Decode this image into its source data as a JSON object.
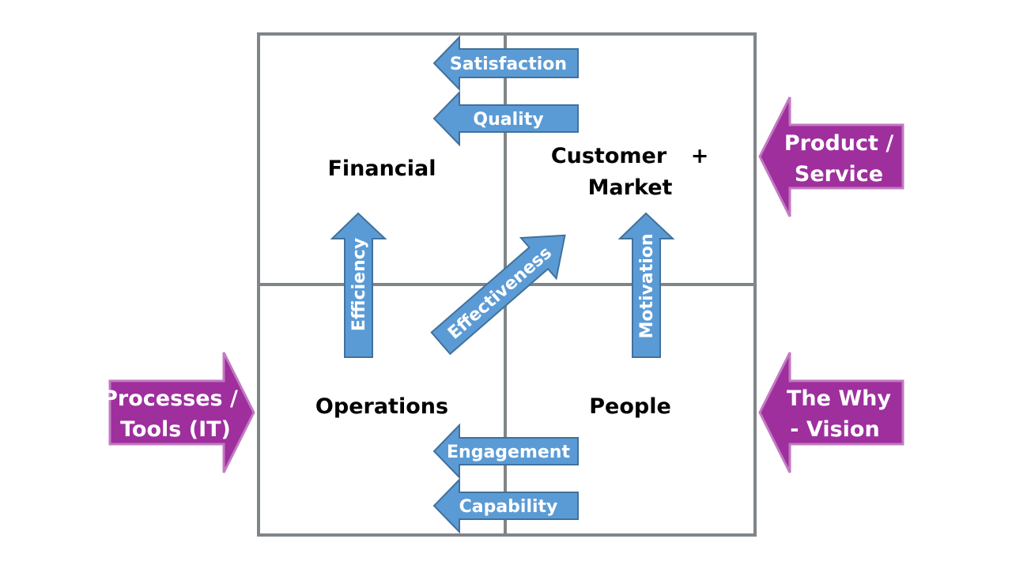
{
  "colors": {
    "grid_line": "#7f8588",
    "blue_arrow_fill": "#5b9bd5",
    "blue_arrow_stroke": "#41719c",
    "purple_arrow_fill": "#9e2f9d",
    "purple_arrow_stroke": "#c27ac1",
    "label_text": "#000000",
    "arrow_text": "#ffffff"
  },
  "quadrants": {
    "financial": "Financial",
    "customer_line1": "Customer",
    "customer_plus": "+",
    "customer_line2": "Market",
    "operations": "Operations",
    "people": "People"
  },
  "flow_arrows": {
    "satisfaction": "Satisfaction",
    "quality": "Quality",
    "efficiency": "Efficiency",
    "effectiveness": "Effectiveness",
    "motivation": "Motivation",
    "engagement": "Engagement",
    "capability": "Capability"
  },
  "side_arrows": {
    "product_service_line1": "Product /",
    "product_service_line2": "Service",
    "processes_tools_line1": "Processes /",
    "processes_tools_line2": "Tools (IT)",
    "the_why_line1": "The Why",
    "the_why_line2": "- Vision"
  }
}
